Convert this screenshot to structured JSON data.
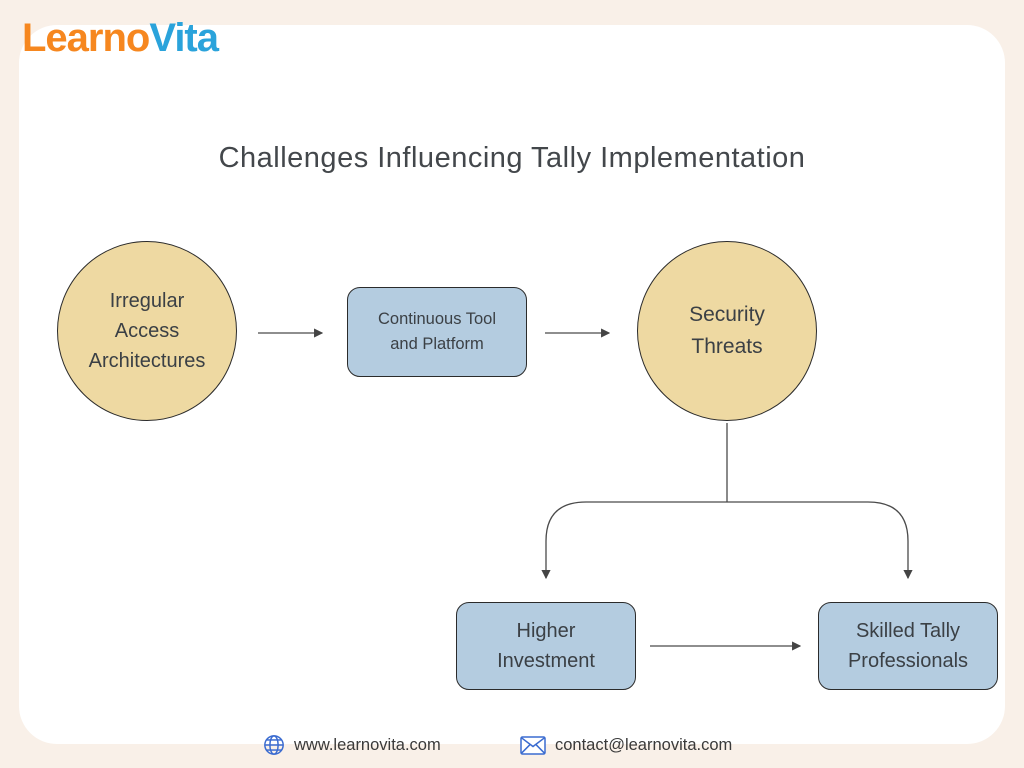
{
  "logo": {
    "part1": "Learno",
    "part2": "Vita"
  },
  "title": "Challenges Influencing Tally Implementation",
  "diagram": {
    "nodes": {
      "irregular": "Irregular\nAccess\nArchitectures",
      "continuous": "Continuous Tool\nand Platform",
      "security": "Security\nThreats",
      "higher": "Higher\nInvestment",
      "skilled": "Skilled Tally\nProfessionals"
    },
    "flow": [
      "irregular -> continuous",
      "continuous -> security",
      "security -> higher",
      "security -> skilled",
      "higher -> skilled"
    ]
  },
  "footer": {
    "website": "www.learnovita.com",
    "email": "contact@learnovita.com",
    "website_icon": "globe-icon",
    "email_icon": "envelope-icon"
  },
  "colors": {
    "background": "#f9f0e8",
    "card": "#ffffff",
    "circle_fill": "#eed9a2",
    "rect_fill": "#b4cce0",
    "shape_border": "#2b2b2b",
    "connector_line": "#4a4a4a",
    "logo_orange": "#f6871f",
    "logo_blue": "#2aa3db",
    "footer_icon_blue": "#3a6bd0",
    "text_dark": "#3b4045"
  }
}
